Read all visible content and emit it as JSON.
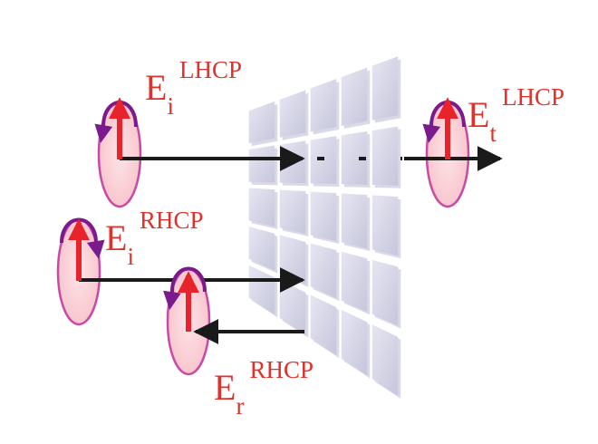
{
  "colors": {
    "label": "#e0322b",
    "field_vector": "#e8232b",
    "ellipse_fill": "#fbd1d6",
    "ellipse_stroke": "#c84aa6",
    "rotation_arrow": "#7b1a8c",
    "propagation_arrow": "#1a1a1a",
    "grid_face": "#dcdced",
    "grid_shadow": "#b9b9d3"
  },
  "labels": {
    "incident_lhcp": {
      "base": "E",
      "sub": "i",
      "sup": "LHCP"
    },
    "transmitted_lhcp": {
      "base": "E",
      "sub": "t",
      "sup": "LHCP"
    },
    "incident_rhcp": {
      "base": "E",
      "sub": "i",
      "sup": "RHCP"
    },
    "reflected_rhcp": {
      "base": "E",
      "sub": "r",
      "sup": "RHCP"
    }
  }
}
